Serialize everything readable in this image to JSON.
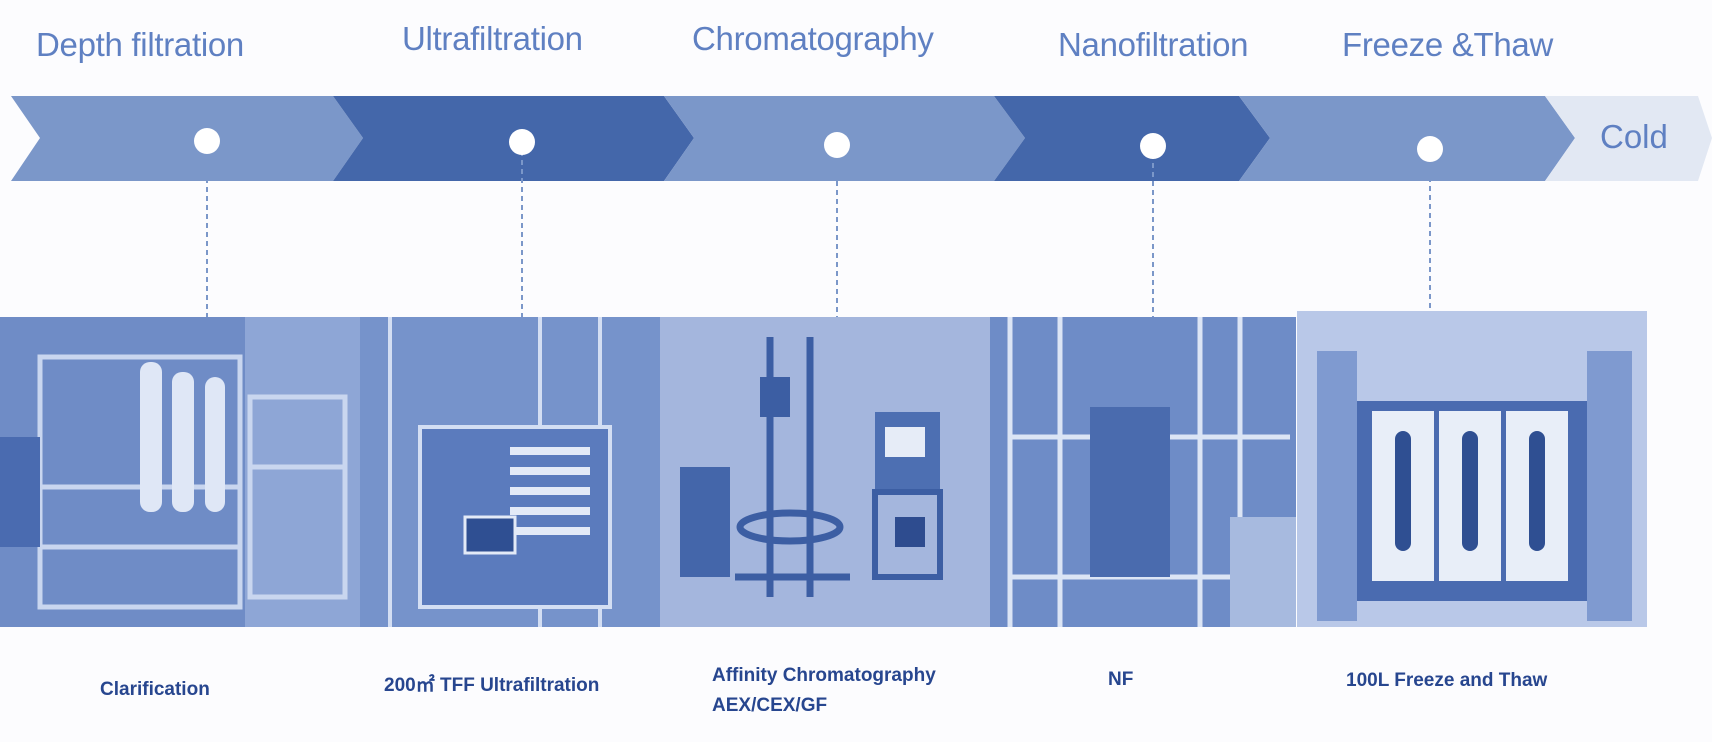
{
  "stages": [
    {
      "title": "Depth filtration",
      "caption": [
        "Clarification"
      ]
    },
    {
      "title": "Ultrafiltration",
      "caption": [
        "200㎡ TFF Ultrafiltration"
      ]
    },
    {
      "title": "Chromatography",
      "caption": [
        "Affinity Chromatography",
        "AEX/CEX/GF"
      ]
    },
    {
      "title": "Nanofiltration",
      "caption": [
        "NF"
      ]
    },
    {
      "title": "Freeze &Thaw",
      "caption": [
        "100L Freeze and Thaw"
      ]
    }
  ],
  "final_stage": "Cold",
  "colors": {
    "light": "#7b97c9",
    "dark": "#4467aa",
    "pale": "#e2e8f3",
    "text": "#5f80c2",
    "caption": "#27468f"
  }
}
